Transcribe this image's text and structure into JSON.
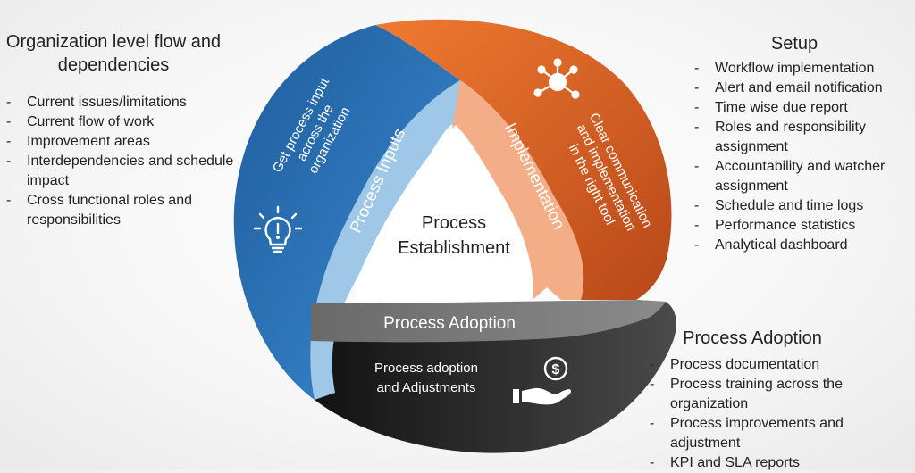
{
  "left_panel": {
    "title": "Organization level flow and dependencies",
    "items": [
      "Current issues/limitations",
      "Current flow of work",
      "Improvement areas",
      "Interdependencies and schedule impact",
      "Cross functional roles and responsibilities"
    ]
  },
  "setup_panel": {
    "title": "Setup",
    "items": [
      "Workflow implementation",
      "Alert and email notification",
      "Time wise due report",
      "Roles and responsibility assignment",
      "Accountability and watcher assignment",
      "Schedule and time logs",
      "Performance statistics",
      "Analytical dashboard"
    ]
  },
  "adoption_panel": {
    "title": "Process Adoption",
    "items": [
      "Process documentation",
      "Process training across the organization",
      "Process improvements and adjustment",
      "KPI and SLA reports"
    ]
  },
  "cycle": {
    "center": [
      "Process",
      "Establishment"
    ],
    "band_inputs": "Process Inputs",
    "band_implementation": "Implementation",
    "band_adoption": "Process Adoption",
    "segment_blue": [
      "Get process input",
      "across the",
      "organization"
    ],
    "segment_orange": [
      "Clear communication",
      "and implementation",
      "in the right tool"
    ],
    "segment_dark": [
      "Process adoption",
      "and Adjustments"
    ],
    "dollar_symbol": "$"
  },
  "icons": {
    "blue": "lightbulb-icon",
    "orange": "network-hub-icon",
    "dark": "hand-with-coin-icon"
  },
  "colors": {
    "blue": "#2f7dc4",
    "light_blue": "#9ec7e8",
    "orange": "#e66a27",
    "light_orange": "#f4ae87",
    "dark": "#2e2e2e",
    "gray_band": "#6f6f6f"
  }
}
